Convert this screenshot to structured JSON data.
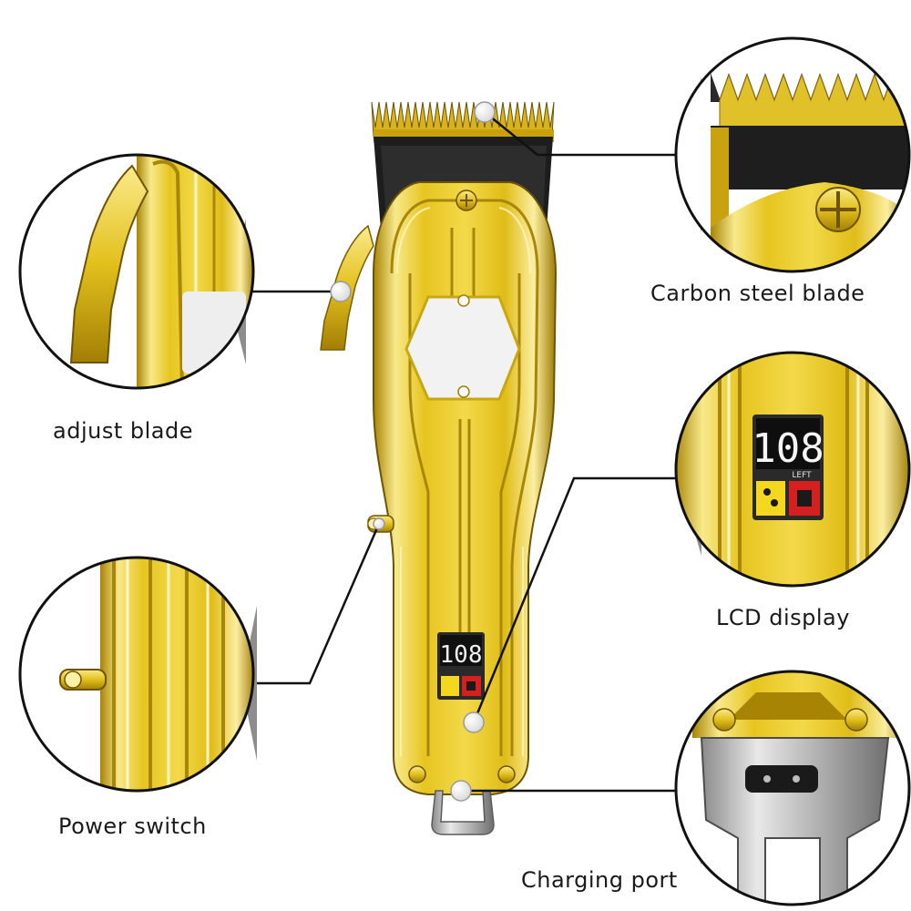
{
  "labels": {
    "adjust_blade": "adjust blade",
    "carbon_steel_blade": "Carbon steel blade",
    "lcd_display": "LCD display",
    "power_switch": "Power switch",
    "charging_port": "Charging port"
  },
  "lcd": {
    "digits": "108",
    "caption": "LEFT"
  },
  "colors": {
    "gold_light": "#f7e27a",
    "gold_mid": "#e3c21f",
    "gold_dark": "#9a7a05",
    "chrome": "#c9c9c9",
    "leader": "#111111",
    "wedge": "#8d8d8d",
    "lcd_red": "#d61f1f"
  }
}
